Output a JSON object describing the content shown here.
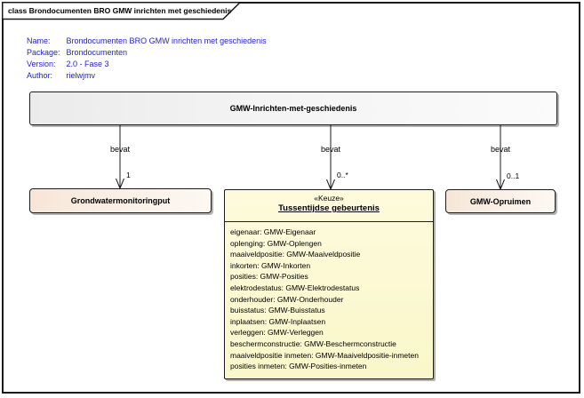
{
  "colors": {
    "frame_border": "#1b1b1b",
    "metadata_blue": "#2323c8",
    "parent_fill": "#ebebeb",
    "class_fill_cream": "#f6e6d7",
    "choice_fill_yellow": "#faf7ca",
    "shadow_gray": "#b3b3b3"
  },
  "frame": {
    "title": "class Brondocumenten BRO GMW inrichten met geschiedenis"
  },
  "metadata": {
    "name_label": "Name:",
    "name_value": "Brondocumenten BRO GMW inrichten met geschiedenis",
    "package_label": "Package:",
    "package_value": "Brondocumenten",
    "version_label": "Version:",
    "version_value": "2.0 - Fase 3",
    "author_label": "Author:",
    "author_value": "rielwjmv"
  },
  "parent_class": {
    "label": "GMW-Inrichten-met-geschiedenis"
  },
  "connectors": [
    {
      "label": "bevat",
      "multiplicity": "1"
    },
    {
      "label": "bevat",
      "multiplicity": "0..*"
    },
    {
      "label": "bevat",
      "multiplicity": "0..1"
    }
  ],
  "left_class": {
    "label": "Grondwatermonitoringput"
  },
  "choice_class": {
    "stereotype": "«Keuze»",
    "name": "Tussentijdse gebeurtenis",
    "attributes": [
      "eigenaar: GMW-Eigenaar",
      "oplenging: GMW-Oplengen",
      "maaiveldpositie: GMW-Maaiveldpositie",
      "inkorten: GMW-Inkorten",
      "posities: GMW-Posities",
      "elektrodestatus: GMW-Elektrodestatus",
      "onderhouder: GMW-Onderhouder",
      "buisstatus: GMW-Buisstatus",
      "inplaatsen: GMW-Inplaatsen",
      "verleggen: GMW-Verleggen",
      "beschermconstructie: GMW-Beschermconstructie",
      "maaiveldpositie inmeten: GMW-Maaiveldpositie-inmeten",
      "posities inmeten: GMW-Posities-inmeten"
    ]
  },
  "right_class": {
    "label": "GMW-Opruimen"
  }
}
